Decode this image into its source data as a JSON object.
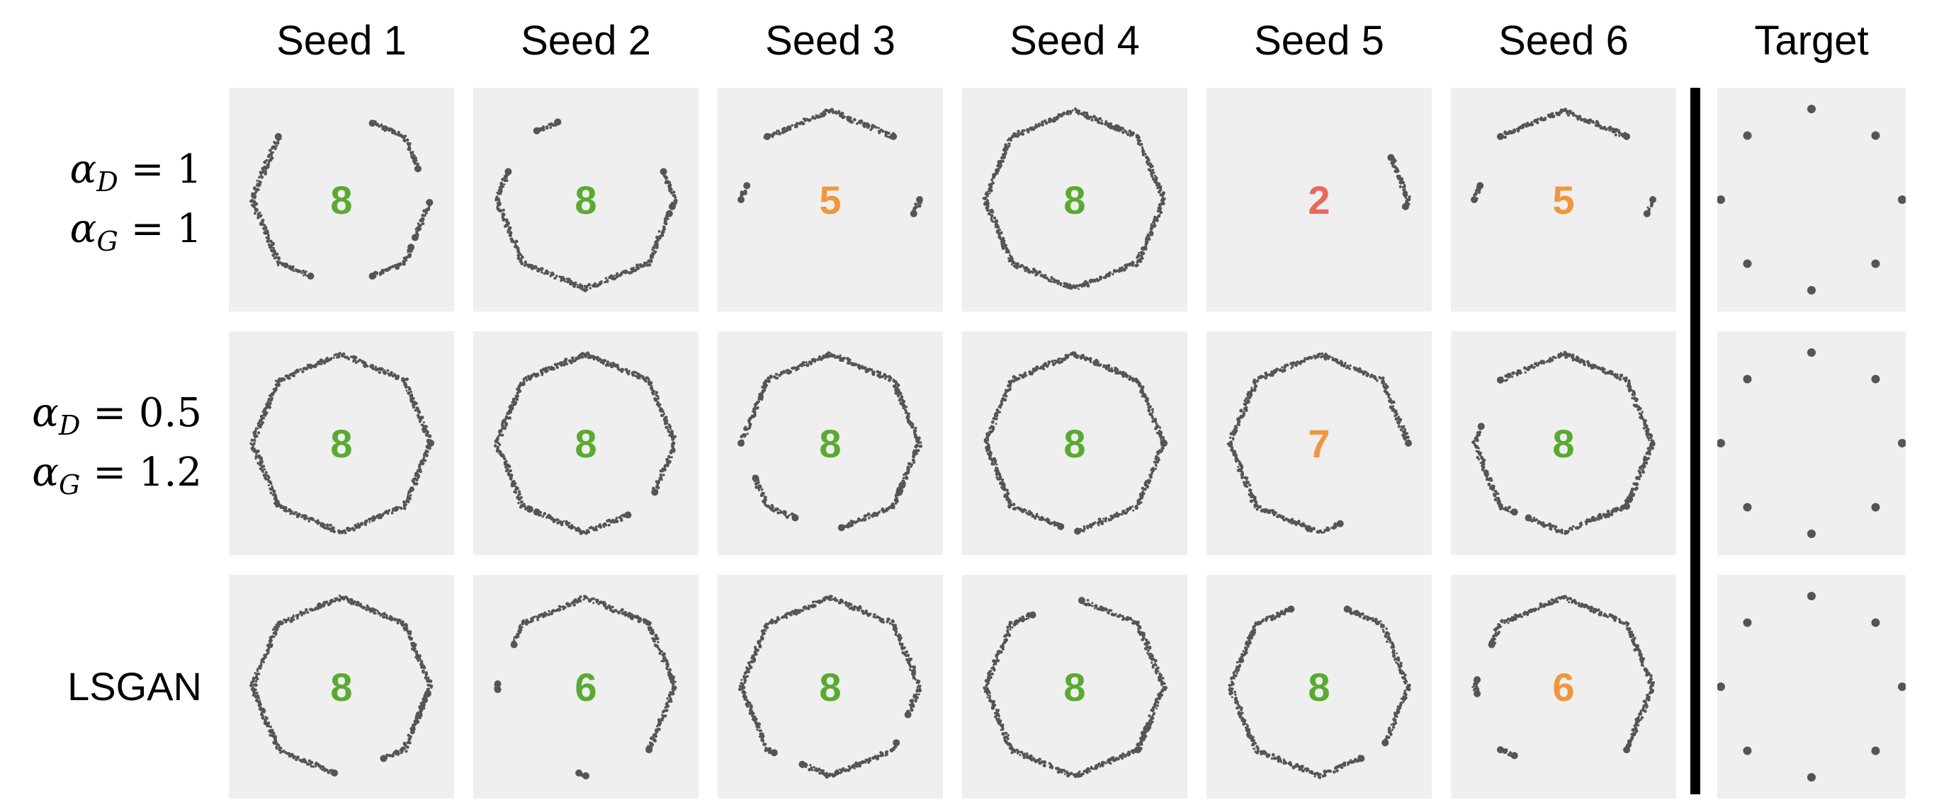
{
  "chart_data": {
    "type": "scatter",
    "columns": [
      "Seed 1",
      "Seed 2",
      "Seed 3",
      "Seed 4",
      "Seed 5",
      "Seed 6",
      "Target"
    ],
    "rows": [
      {
        "label_lines": [
          "αD = 1",
          "αG = 1"
        ],
        "label_parts": [
          [
            "α",
            "D",
            " = 1"
          ],
          [
            "α",
            "G",
            " = 1"
          ]
        ],
        "counts": [
          "8",
          "8",
          "5",
          "8",
          "2",
          "5"
        ],
        "count_colors": [
          "#5aaa32",
          "#5aaa32",
          "#f0963c",
          "#5aaa32",
          "#e8685a",
          "#f0963c"
        ],
        "arcs": [
          [
            [
              22,
              68
            ],
            [
              135,
              248
            ],
            [
              292,
              326
            ],
            [
              333,
              358
            ]
          ],
          [
            [
              110,
              125
            ],
            [
              160,
              350
            ],
            [
              355,
              380
            ]
          ],
          [
            [
              -10,
              0
            ],
            [
              45,
              135
            ],
            [
              170,
              180
            ]
          ],
          [
            [
              60,
              420
            ]
          ],
          [
            [
              -5,
              30
            ]
          ],
          [
            [
              -10,
              0
            ],
            [
              45,
              135
            ],
            [
              170,
              180
            ]
          ]
        ]
      },
      {
        "label_lines": [
          "αD = 0.5",
          "αG = 1.2"
        ],
        "label_parts": [
          [
            "α",
            "D",
            " = 0.5"
          ],
          [
            "α",
            "G",
            " = 1.2"
          ]
        ],
        "counts": [
          "8",
          "8",
          "8",
          "8",
          "7",
          "8"
        ],
        "count_colors": [
          "#5aaa32",
          "#5aaa32",
          "#5aaa32",
          "#5aaa32",
          "#f0963c",
          "#5aaa32"
        ],
        "arcs": [
          [
            [
              0,
              360
            ]
          ],
          [
            [
              -35,
              230
            ],
            [
              235,
              300
            ]
          ],
          [
            [
              -35,
              180
            ],
            [
              205,
              245
            ],
            [
              278,
              330
            ]
          ],
          [
            [
              0,
              260
            ],
            [
              272,
              360
            ]
          ],
          [
            [
              0,
              285
            ]
          ],
          [
            [
              -45,
              135
            ],
            [
              168,
              235
            ],
            [
              245,
              320
            ]
          ]
        ]
      },
      {
        "label_lines": [
          "LSGAN"
        ],
        "label_parts": [
          [
            "LSGAN"
          ]
        ],
        "counts": [
          "8",
          "6",
          "8",
          "8",
          "8",
          "6"
        ],
        "count_colors": [
          "#5aaa32",
          "#5aaa32",
          "#5aaa32",
          "#5aaa32",
          "#5aaa32",
          "#f0963c"
        ],
        "arcs": [
          [
            [
              -20,
              265
            ],
            [
              300,
              355
            ]
          ],
          [
            [
              -45,
              150
            ],
            [
              178,
              182
            ],
            [
              265,
              270
            ]
          ],
          [
            [
              -20,
              230
            ],
            [
              250,
              320
            ]
          ],
          [
            [
              -45,
              85
            ],
            [
              120,
              330
            ]
          ],
          [
            [
              -40,
              70
            ],
            [
              110,
              300
            ]
          ],
          [
            [
              -45,
              150
            ],
            [
              175,
              185
            ],
            [
              225,
              235
            ]
          ]
        ]
      }
    ],
    "target": {
      "modes": 8,
      "angles": [
        0,
        45,
        90,
        135,
        180,
        225,
        270,
        315
      ]
    }
  }
}
